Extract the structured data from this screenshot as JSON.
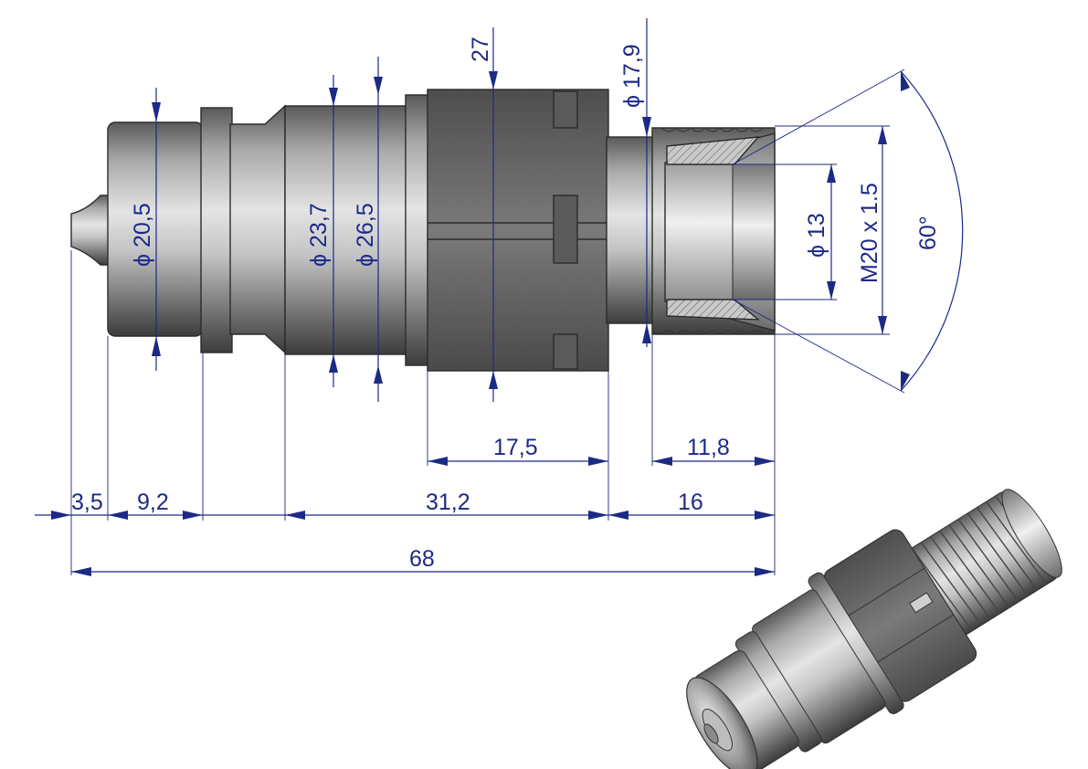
{
  "dimensions": {
    "d_tip": "ϕ 20,5",
    "d_body": "ϕ 23,7",
    "d_collar": "ϕ 26,5",
    "hex_flats": "27",
    "d_neck": "ϕ 17,9",
    "d_bore": "ϕ 13",
    "thread": "M20 x 1.5",
    "cone_angle": "60°",
    "len_hex": "17,5",
    "len_thread_depth": "11,8",
    "len_nose": "3,5",
    "len_tip": "9,2",
    "len_body": "31,2",
    "len_thread": "16",
    "len_total": "68"
  },
  "colors": {
    "dimension": "#1c2a86",
    "metal_dark": "#4d4d4d",
    "metal_light": "#d9d9d9",
    "hex_grey": "#6e6e6e"
  }
}
